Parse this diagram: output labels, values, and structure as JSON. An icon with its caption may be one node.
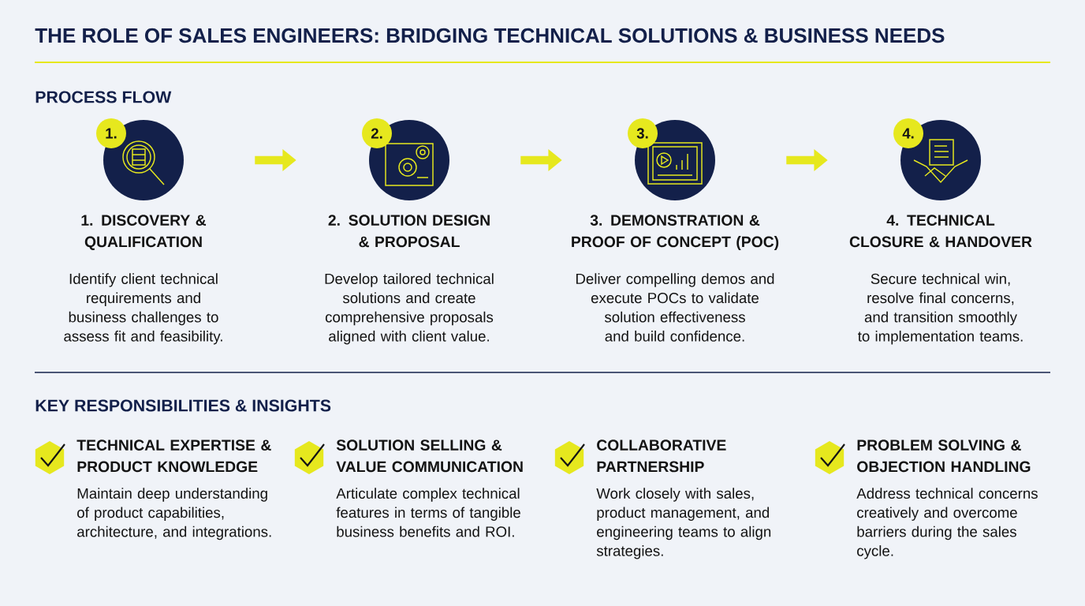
{
  "diagram": {
    "title": "THE ROLE OF SALES ENGINEERS: BRIDGING TECHNICAL SOLUTIONS & BUSINESS NEEDS",
    "nodes": [
      {
        "text": [
          "1.",
          "1. DISCOVERY & QUALIFICATION",
          "Identify client technical requirements and business challenges to assess fit and feasibility."
        ]
      },
      {
        "text": [
          "2.",
          "2. SOLUTION DESIGN & PROPOSAL",
          "Develop tailored technical solutions and create comprehensive proposals aligned with client value."
        ]
      },
      {
        "text": [
          "3.",
          "3. DEMONSTRATION & PROOF OF CONCEPT (POC)",
          "Deliver compelling demos and execute POCs to validate solution effectiveness and build confidence."
        ]
      },
      {
        "text": [
          "4.",
          "4. TECHNICAL CLOSURE & HANDOVER",
          "Secure technical win, resolve final concerns, and transition smoothly to implementation teams."
        ]
      }
    ],
    "edges": [
      {
        "from": 0,
        "to": 1,
        "arrow": "to"
      },
      {
        "from": 1,
        "to": 2,
        "arrow": "to"
      },
      {
        "from": 2,
        "to": 3,
        "arrow": "to"
      }
    ],
    "labels": [
      "PROCESS FLOW",
      "KEY RESPONSIBILITIES & INSIGHTS",
      "TECHNICAL EXPERTISE & PRODUCT KNOWLEDGE",
      "Maintain deep understanding of product capabilities, architecture, and integrations.",
      "SOLUTION SELLING & VALUE COMMUNICATION",
      "Articulate complex technical features in terms of tangible business benefits and ROI.",
      "COLLABORATIVE PARTNERSHIP",
      "Work closely with sales, product management, and engineering teams to align strategies.",
      "PROBLEM SOLVING & OBJECTION HANDLING",
      "Address technical concerns creatively and overcome barriers during the sales cycle."
    ]
  }
}
